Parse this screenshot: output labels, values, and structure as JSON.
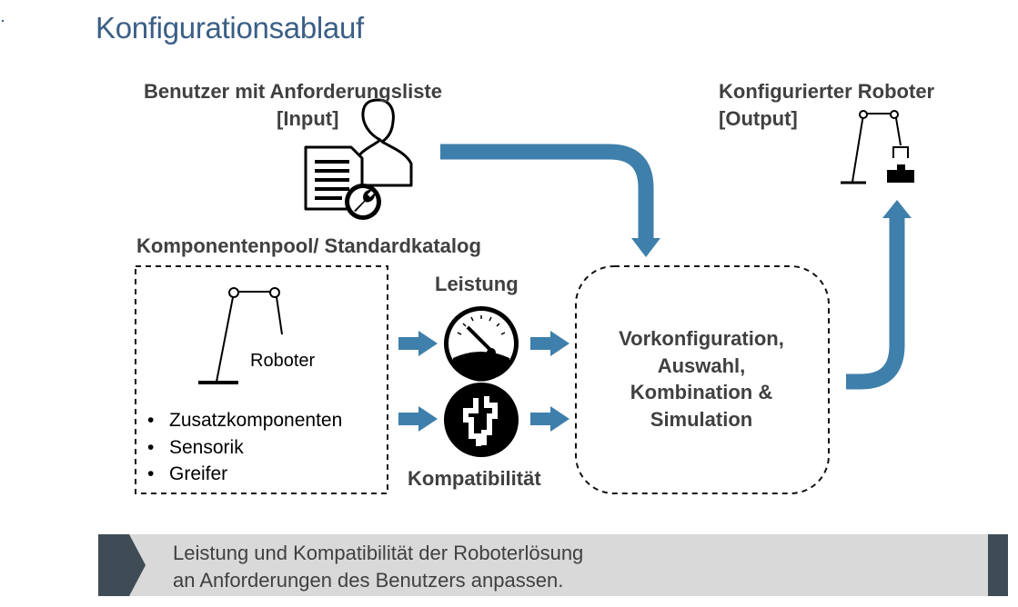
{
  "title": "Konfigurationsablauf",
  "input": {
    "line1": "Benutzer mit Anforderungsliste",
    "line2": "[Input]"
  },
  "output": {
    "line1": "Konfigurierter Roboter",
    "line2": "[Output]"
  },
  "pool": {
    "heading": "Komponentenpool/ Standardkatalog",
    "robot_label": "Roboter",
    "items": [
      "Zusatzkomponenten",
      "Sensorik",
      "Greifer"
    ]
  },
  "criteria": {
    "performance": "Leistung",
    "compatibility": "Kompatibilität"
  },
  "process": {
    "lines": [
      "Vorkonfiguration,",
      "Auswahl,",
      "Kombination &",
      "Simulation"
    ]
  },
  "banner": {
    "lines": [
      "Leistung und Kompatibilität der Roboterlösung",
      "an Anforderungen des Benutzers anpassen."
    ]
  },
  "colors": {
    "title": "#3b5f86",
    "arrow": "#3f7fab",
    "banner_bg": "#d9d9d9",
    "banner_accent": "#3f4c55"
  },
  "icons": [
    "user-icon",
    "document-icon",
    "wrench-icon",
    "robot-arm-icon",
    "gauge-icon",
    "plug-icon",
    "gripper-robot-icon"
  ]
}
